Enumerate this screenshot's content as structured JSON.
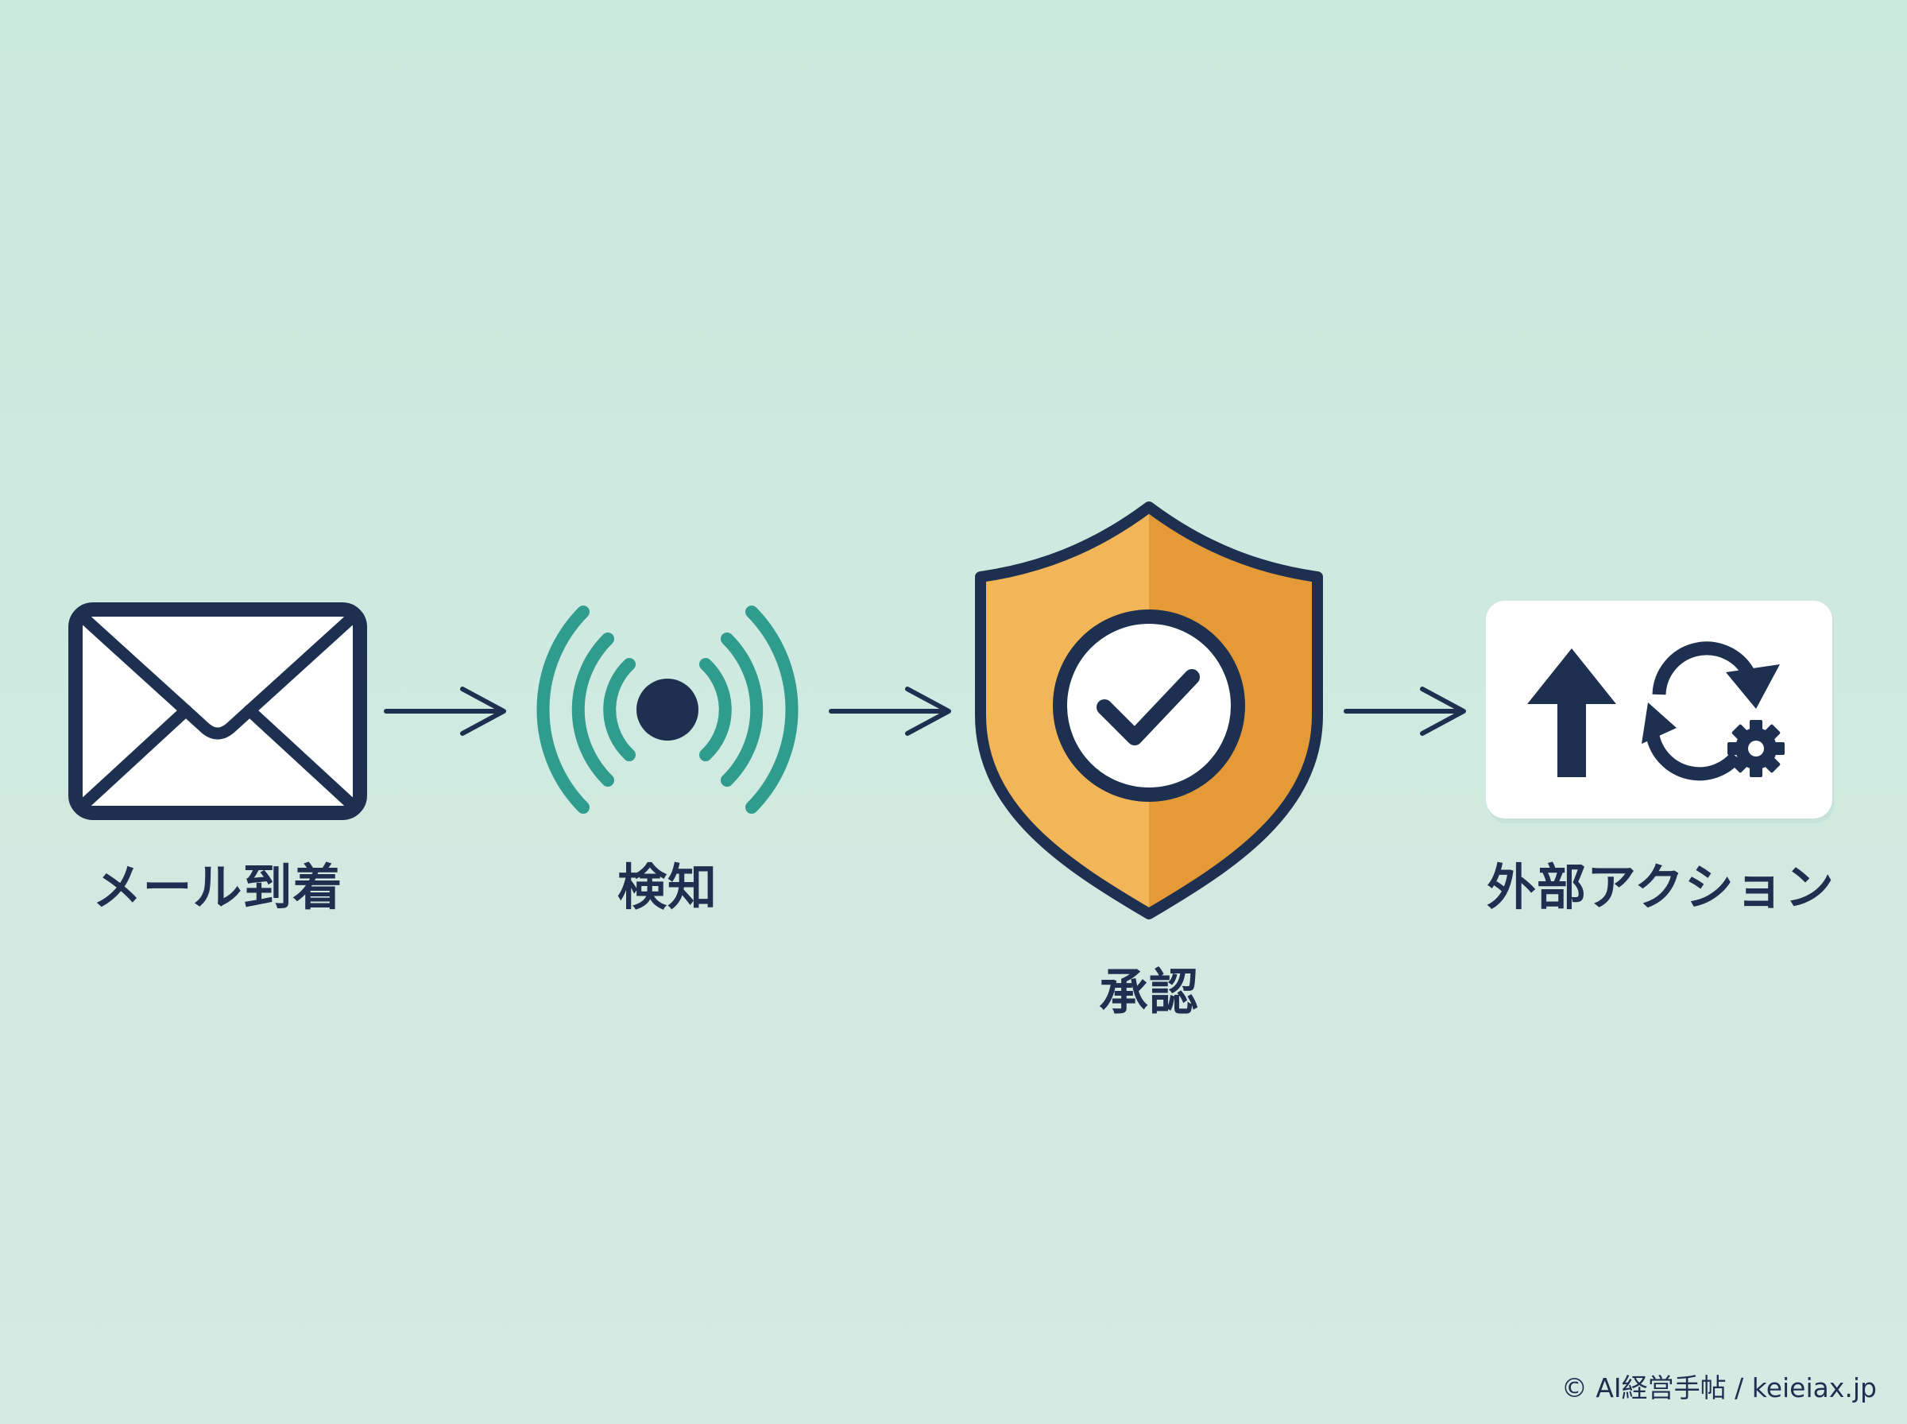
{
  "diagram": {
    "steps": [
      {
        "label": "メール到着",
        "icon": "envelope-icon"
      },
      {
        "label": "検知",
        "icon": "signal-broadcast-icon"
      },
      {
        "label": "承認",
        "icon": "shield-check-icon"
      },
      {
        "label": "外部アクション",
        "icon": "upload-sync-gear-icon"
      }
    ],
    "connector_icon": "arrow-right-icon"
  },
  "footer": {
    "copyright": "© AI経営手帖 / keieiax.jp"
  },
  "colors": {
    "background": "#d1eae1",
    "navy": "#1e3050",
    "teal": "#2f9c8e",
    "shield_light": "#f2b557",
    "shield_dark": "#e49a36",
    "white": "#ffffff"
  }
}
